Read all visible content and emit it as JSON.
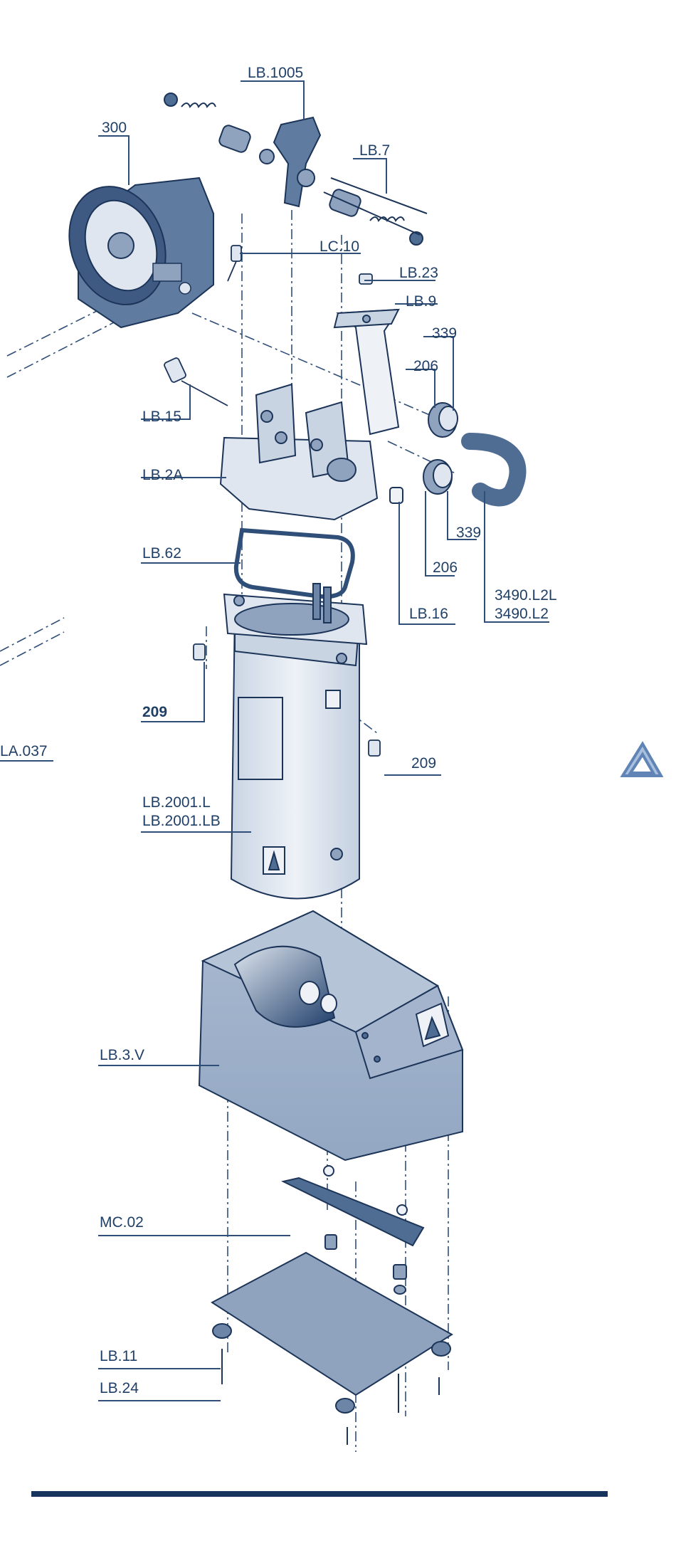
{
  "parts": {
    "lb1005": "LB.1005",
    "p300": "300",
    "lb7": "LB.7",
    "lc10": "LC.10",
    "lb23": "LB.23",
    "lb9": "LB.9",
    "p339a": "339",
    "p206a": "206",
    "lb15": "LB.15",
    "lb2a": "LB.2A",
    "p339b": "339",
    "lb62": "LB.62",
    "p206b": "206",
    "p3490l2l": "3490.L2L",
    "p3490l2": "3490.L2",
    "lb16": "LB.16",
    "p209a": "209",
    "la037": "LA.037",
    "p209b": "209",
    "lb2001l": "LB.2001.L",
    "lb2001lb": "LB.2001.LB",
    "lb3v": "LB.3.V",
    "mc02": "MC.02",
    "lb11": "LB.11",
    "lb24": "LB.24"
  },
  "colors": {
    "label": "#1f3f66",
    "body_fill": "#dfe6ef",
    "shade_fill": "#8fa3bf",
    "dark_fill": "#4f6c92",
    "line": "#2f4f78",
    "rule": "#16345d"
  },
  "icons": [
    "brand-logo-icon"
  ]
}
